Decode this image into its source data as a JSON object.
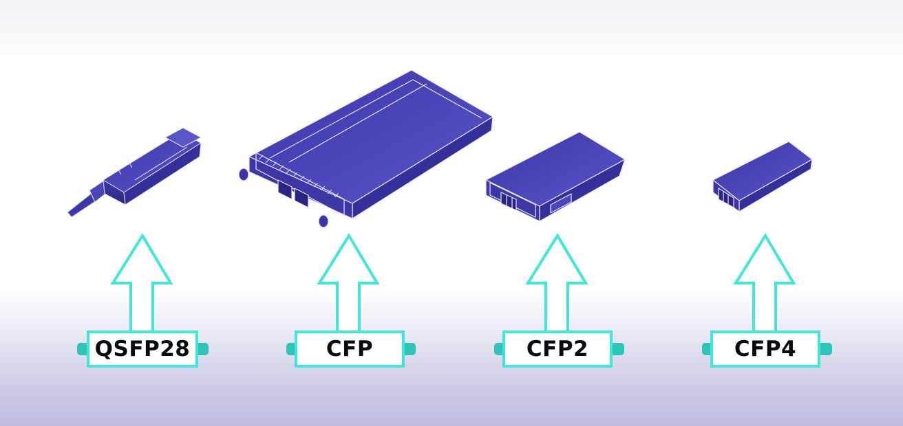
{
  "modules": [
    {
      "id": "qsfp28",
      "label": "QSFP28"
    },
    {
      "id": "cfp",
      "label": "CFP"
    },
    {
      "id": "cfp2",
      "label": "CFP2"
    },
    {
      "id": "cfp4",
      "label": "CFP4"
    }
  ],
  "colors": {
    "module_body": "#4a45b8",
    "module_dark": "#2e2a8c",
    "module_light": "#6c67d6",
    "arrow_outline": "#40e6d8",
    "label_tab": "#2fc4b8",
    "label_text": "#0a0a12"
  }
}
